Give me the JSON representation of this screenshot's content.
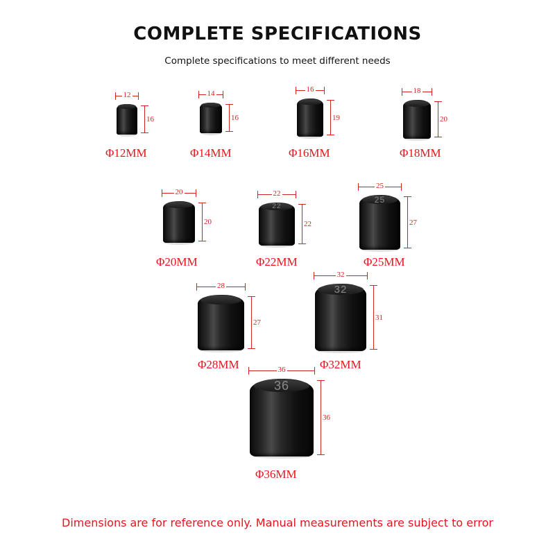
{
  "title": "COMPLETE SPECIFICATIONS",
  "subtitle": "Complete specifications to meet different needs",
  "footer": "Dimensions are for reference only. Manual measurements are subject to error",
  "colors": {
    "dimension": "#d22323",
    "label": "#e8141b",
    "cap": "#1a1a1a"
  },
  "caps": [
    {
      "label": "Φ12MM",
      "width": "12",
      "height": "16",
      "marking": ""
    },
    {
      "label": "Φ14MM",
      "width": "14",
      "height": "16",
      "marking": ""
    },
    {
      "label": "Φ16MM",
      "width": "16",
      "height": "19",
      "marking": ""
    },
    {
      "label": "Φ18MM",
      "width": "18",
      "height": "20",
      "marking": ""
    },
    {
      "label": "Φ20MM",
      "width": "20",
      "height": "20",
      "marking": ""
    },
    {
      "label": "Φ22MM",
      "width": "22",
      "height": "22",
      "marking": "22"
    },
    {
      "label": "Φ25MM",
      "width": "25",
      "height": "27",
      "marking": "25"
    },
    {
      "label": "Φ28MM",
      "width": "28",
      "height": "27",
      "marking": ""
    },
    {
      "label": "Φ32MM",
      "width": "32",
      "height": "31",
      "marking": "32"
    },
    {
      "label": "Φ36MM",
      "width": "36",
      "height": "36",
      "marking": "36"
    }
  ]
}
